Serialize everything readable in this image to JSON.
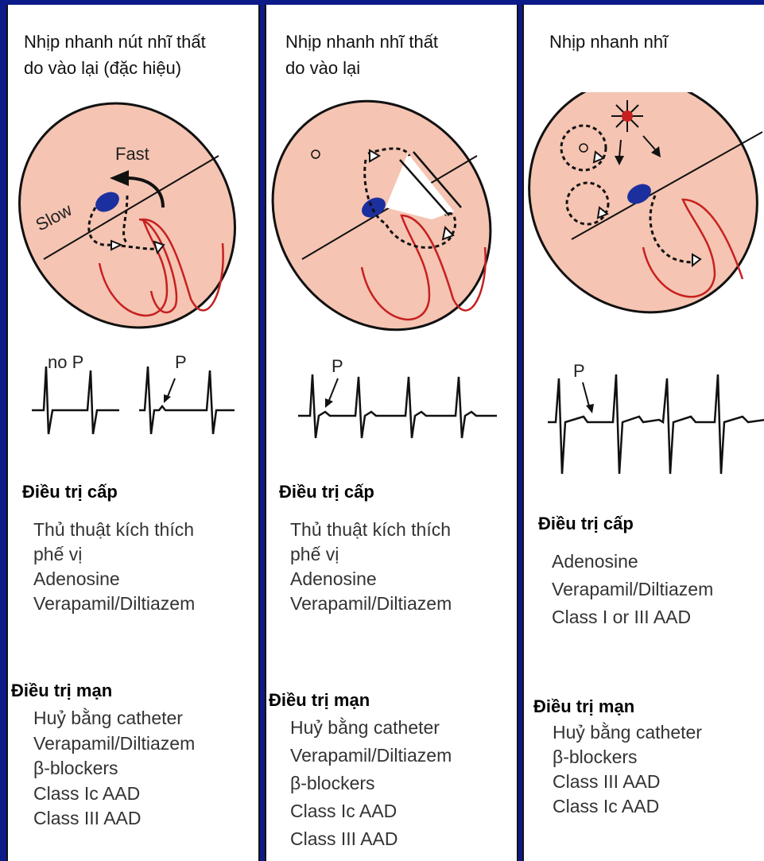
{
  "panels": [
    {
      "title_lines": [
        "Nhịp nhanh nút nhĩ thất",
        "do vào lại (đặc hiệu)"
      ],
      "diagram_labels": {
        "fast": "Fast",
        "slow": "Slow"
      },
      "ecg_labels": {
        "no_p": "no P",
        "p": "P"
      },
      "acute": {
        "heading": "Điều trị cấp",
        "items": [
          "Thủ thuật kích thích",
          "phế vị",
          "Adenosine",
          "Verapamil/Diltiazem"
        ]
      },
      "chronic": {
        "heading": "Điều trị mạn",
        "items": [
          "Huỷ bằng catheter",
          "Verapamil/Diltiazem",
          "β-blockers",
          "Class Ic AAD",
          "Class III AAD"
        ]
      }
    },
    {
      "title_lines": [
        "Nhịp nhanh nhĩ thất",
        "do vào lại"
      ],
      "ecg_labels": {
        "p": "P"
      },
      "acute": {
        "heading": "Điều trị cấp",
        "items": [
          "Thủ thuật kích thích",
          "phế vị",
          "Adenosine",
          "Verapamil/Diltiazem"
        ]
      },
      "chronic": {
        "heading": "Điều trị mạn",
        "items": [
          "Huỷ bằng catheter",
          "Verapamil/Diltiazem",
          "β-blockers",
          "Class Ic AAD",
          "Class III AAD"
        ]
      }
    },
    {
      "title_lines": [
        "Nhịp nhanh nhĩ"
      ],
      "ecg_labels": {
        "p": "P"
      },
      "acute": {
        "heading": "Điều trị cấp",
        "items": [
          "Adenosine",
          "Verapamil/Diltiazem",
          "Class I or III AAD"
        ]
      },
      "chronic": {
        "heading": "Điều trị mạn",
        "items": [
          "Huỷ bằng catheter",
          "β-blockers",
          "Class III AAD",
          "Class Ic AAD"
        ]
      }
    }
  ],
  "colors": {
    "background": "#0d1a8a",
    "heart_fill": "#f5c4b2",
    "heart_outline": "#c62020",
    "av_node": "#1c2f9e",
    "focus": "#c62020"
  }
}
